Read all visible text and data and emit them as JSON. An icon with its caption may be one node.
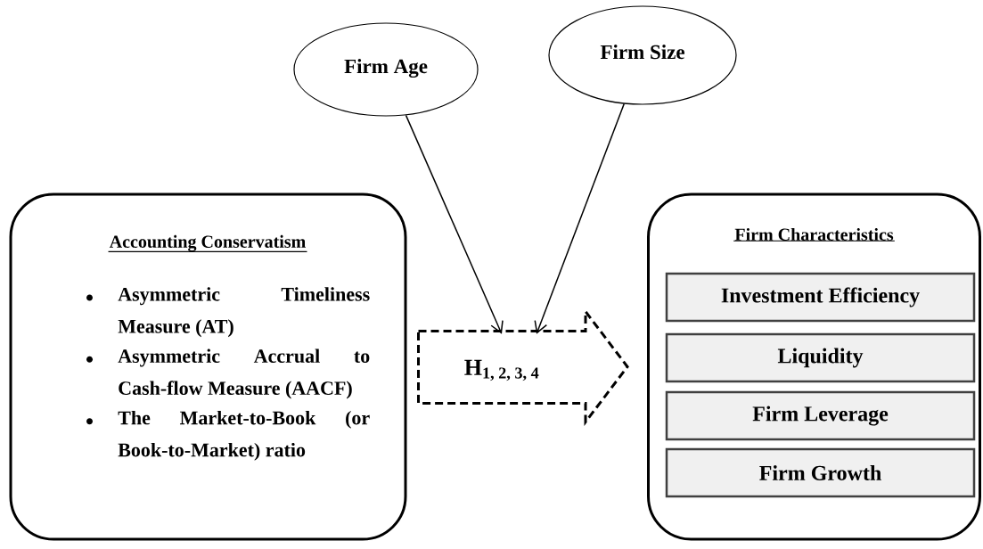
{
  "diagram": {
    "nodes": [
      {
        "text": [
          "Firm Age"
        ]
      },
      {
        "text": [
          "Firm Size"
        ]
      },
      {
        "text": [
          "Accounting Conservatism",
          "Asymmetric Timeliness Measure (AT)",
          "Asymmetric Accrual to Cash-flow Measure (AACF)",
          "The Market-to-Book (or Book-to-Market) ratio"
        ]
      },
      {
        "text": [
          "H$_{1, 2, 3, 4}$"
        ]
      },
      {
        "text": [
          "Firm Characteristics"
        ]
      },
      {
        "text": [
          "Investment Efficiency"
        ],
        "in": 4
      },
      {
        "text": [
          "Liquidity"
        ],
        "in": 4
      },
      {
        "text": [
          "Firm Leverage"
        ],
        "in": 4
      },
      {
        "text": [
          "Firm Growth"
        ],
        "in": 4
      }
    ],
    "edges": [
      {
        "from": 0,
        "to": 3,
        "arrow": "to"
      },
      {
        "from": 1,
        "to": 3,
        "arrow": "to"
      },
      {
        "from": 2,
        "to": 4,
        "arrow": "to",
        "style": "dashed"
      }
    ]
  }
}
